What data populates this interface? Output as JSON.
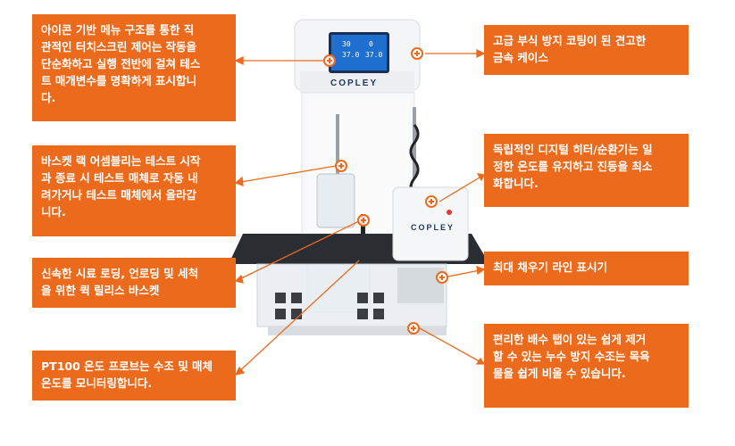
{
  "callouts": {
    "touchscreen": "아이콘 기반 메뉴 구조를 통한 직\n관적인 터치스크린 제어는 작동을\n단순화하고 실행 전반에 걸쳐 테스\n트 매개변수를 명확하게 표시합니\n다.",
    "basket_rack": "바스켓 랙 어셈블리는 테스트 시작\n과 종료 시 테스트 매체로 자동 내\n려가거나 테스트 매체에서 올라갑\n니다.",
    "quick_release": "신속한 시료 로딩, 언로딩 및 세척\n을 위한 퀵 릴리스 바스켓",
    "pt100": "PT100 온도 프로브는 수조 및 매체\n온도를 모니터링합니다.",
    "metal_case": "고급 부식 방지 코팅이 된 견고한\n금속 케이스",
    "heater": "독립적인 디지털 히터/순환기는 일\n정한 온도를 유지하고 진동을 최소\n화합니다.",
    "fill_line": "최대 채우기 라인 표시기",
    "drain": "편리한 배수 탭이 있는 쉽게 제거\n할 수 있는 누수 방지 수조는 목욕\n물을 쉽게 비울 수 있습니다."
  },
  "device": {
    "brand_main": "COPLEY",
    "brand_heater": "COPLEY",
    "screen_values": [
      "30",
      "37.0",
      "0",
      "37.0"
    ]
  },
  "colors": {
    "accent": "#ec6a1c",
    "screen_bg": "#1e6fd0"
  }
}
